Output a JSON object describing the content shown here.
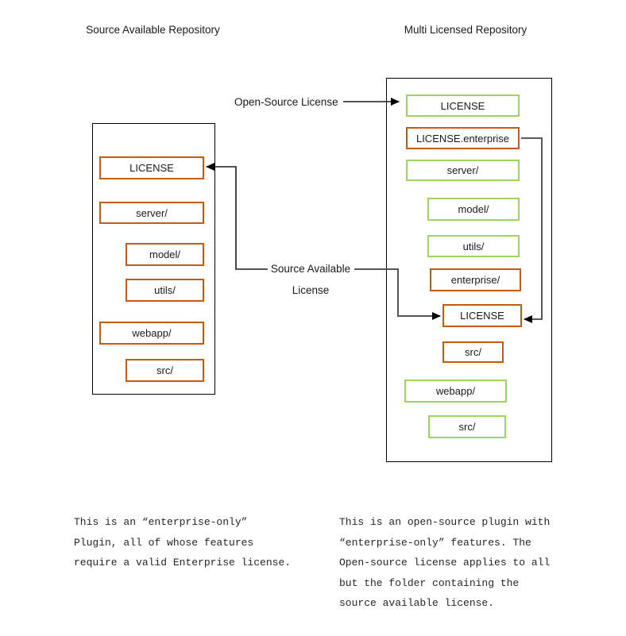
{
  "diagram": {
    "left_repo": {
      "title": "Source Available Repository",
      "boxes": [
        {
          "label": "LICENSE",
          "license": "source-available"
        },
        {
          "label": "server/",
          "license": "source-available"
        },
        {
          "label": "model/",
          "license": "source-available"
        },
        {
          "label": "utils/",
          "license": "source-available"
        },
        {
          "label": "webapp/",
          "license": "source-available"
        },
        {
          "label": "src/",
          "license": "source-available"
        }
      ],
      "caption": "This is an “enterprise-only”\nPlugin, all of whose features\nrequire a valid Enterprise license."
    },
    "right_repo": {
      "title": "Multi Licensed Repository",
      "boxes": [
        {
          "label": "LICENSE",
          "license": "open-source"
        },
        {
          "label": "LICENSE.enterprise",
          "license": "source-available"
        },
        {
          "label": "server/",
          "license": "open-source"
        },
        {
          "label": "model/",
          "license": "open-source"
        },
        {
          "label": "utils/",
          "license": "open-source"
        },
        {
          "label": "enterprise/",
          "license": "source-available"
        },
        {
          "label": "LICENSE",
          "license": "source-available"
        },
        {
          "label": "src/",
          "license": "source-available"
        },
        {
          "label": "webapp/",
          "license": "open-source"
        },
        {
          "label": "src/",
          "license": "open-source"
        }
      ],
      "caption": "This is an open-source plugin with\n“enterprise-only” features. The\nOpen-source license applies to all\nbut the folder containing the\nsource available license."
    },
    "labels": {
      "open_source_license": "Open-Source License",
      "source_available_line1": "Source Available",
      "source_available_line2": "License"
    },
    "colors": {
      "source_available_border": "#C55A11",
      "open_source_border": "#9CD55F",
      "repo_border": "#000000",
      "connector": "#3f3f3f"
    }
  }
}
